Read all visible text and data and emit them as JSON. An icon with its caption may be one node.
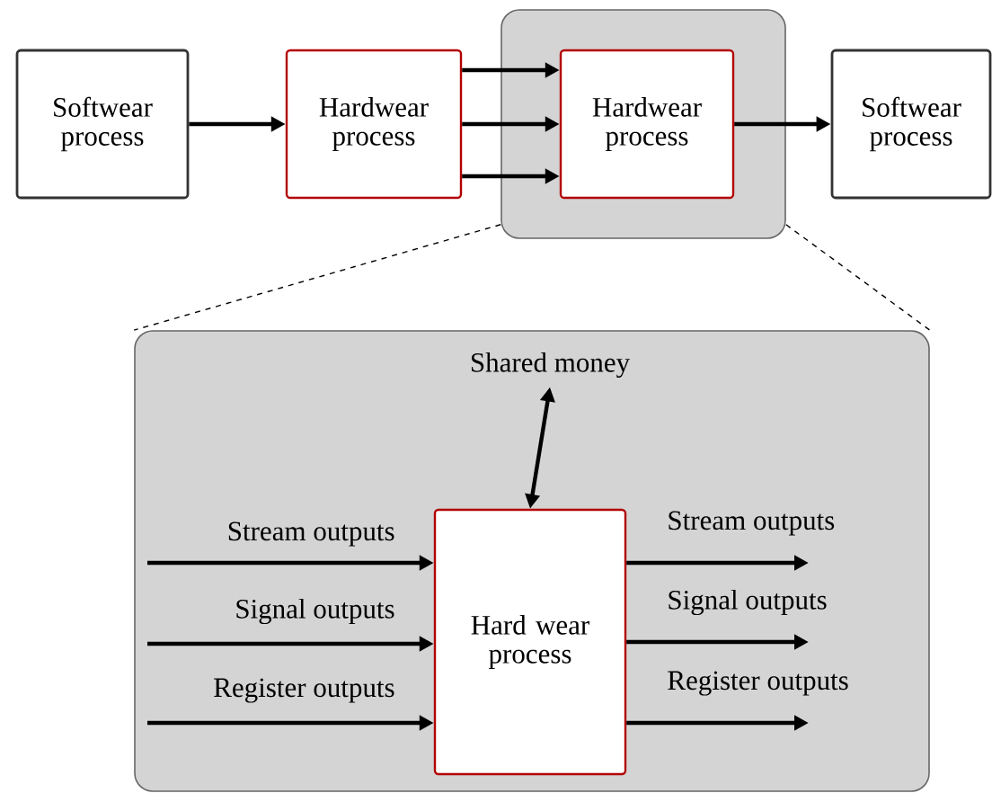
{
  "diagram": {
    "nodes": [
      {
        "text": [
          "Softwear process"
        ]
      },
      {
        "text": [
          "Hardwear process"
        ]
      },
      {
        "text": [],
        "shape": "box"
      },
      {
        "text": [
          "Hardwear process"
        ],
        "in": 2
      },
      {
        "text": [
          "Softwear process"
        ]
      },
      {
        "text": [],
        "shape": "box"
      },
      {
        "text": [
          "Shared money"
        ],
        "in": 5
      },
      {
        "text": [
          "Hard wear process"
        ],
        "in": 5
      }
    ],
    "edges": [
      {
        "from": 0,
        "to": 1,
        "arrow": "to"
      },
      {
        "from": 1,
        "to": 3,
        "arrow": "to"
      },
      {
        "from": 1,
        "to": 3,
        "arrow": "to"
      },
      {
        "from": 1,
        "to": 3,
        "arrow": "to"
      },
      {
        "from": 3,
        "to": 4,
        "arrow": "to"
      },
      {
        "from": 2,
        "to": 5,
        "arrow": "none",
        "style": "dashed"
      },
      {
        "from": 2,
        "to": 5,
        "arrow": "none",
        "style": "dashed"
      },
      {
        "from": 6,
        "to": 7,
        "arrow": "both"
      },
      {
        "from": null,
        "to": 7,
        "arrow": "to",
        "label": "Stream outputs"
      },
      {
        "from": null,
        "to": 7,
        "arrow": "to",
        "label": "Signal outputs"
      },
      {
        "from": null,
        "to": 7,
        "arrow": "to",
        "label": "Register outputs"
      },
      {
        "from": 7,
        "to": null,
        "arrow": "to",
        "label": "Stream outputs"
      },
      {
        "from": 7,
        "to": null,
        "arrow": "to",
        "label": "Signal outputs"
      },
      {
        "from": 7,
        "to": null,
        "arrow": "to",
        "label": "Register outputs"
      }
    ]
  }
}
